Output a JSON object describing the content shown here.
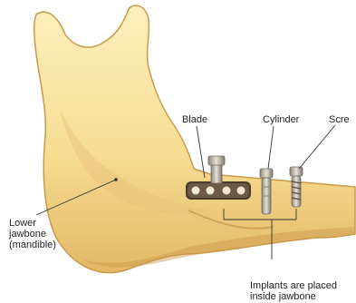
{
  "labels": {
    "blade": "Blade",
    "cylinder": "Cylinder",
    "screw": "Scre",
    "lower_jawbone": "Lower\njawbone\n(mandible)",
    "implants_note": "Implants are placed\ninside jawbone"
  },
  "colors": {
    "bone_light": "#fbe7a8",
    "bone_mid": "#f1d283",
    "bone_shadow": "#c99a4a",
    "implant_metal": "#b9b3a8",
    "implant_dark": "#5b4a3a",
    "leader_line": "#333333"
  }
}
